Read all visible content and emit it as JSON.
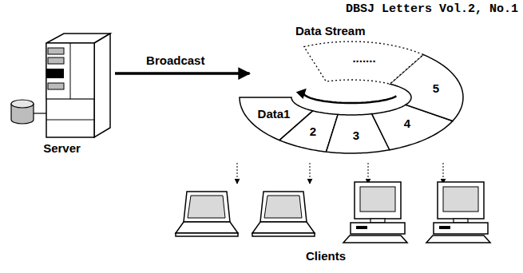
{
  "diagram": {
    "title": "DBSJ Letters Vol.2, No.1",
    "nodes": [
      {
        "text": [
          "Server"
        ]
      },
      {
        "text": [
          "Data Stream"
        ]
      }
    ],
    "edges": [
      {
        "from": 0,
        "to": 1,
        "arrow": "to",
        "label": "Broadcast"
      }
    ],
    "labels": [
      "Data1",
      "2",
      "3",
      "4",
      "5",
      ".......",
      "Clients"
    ]
  }
}
